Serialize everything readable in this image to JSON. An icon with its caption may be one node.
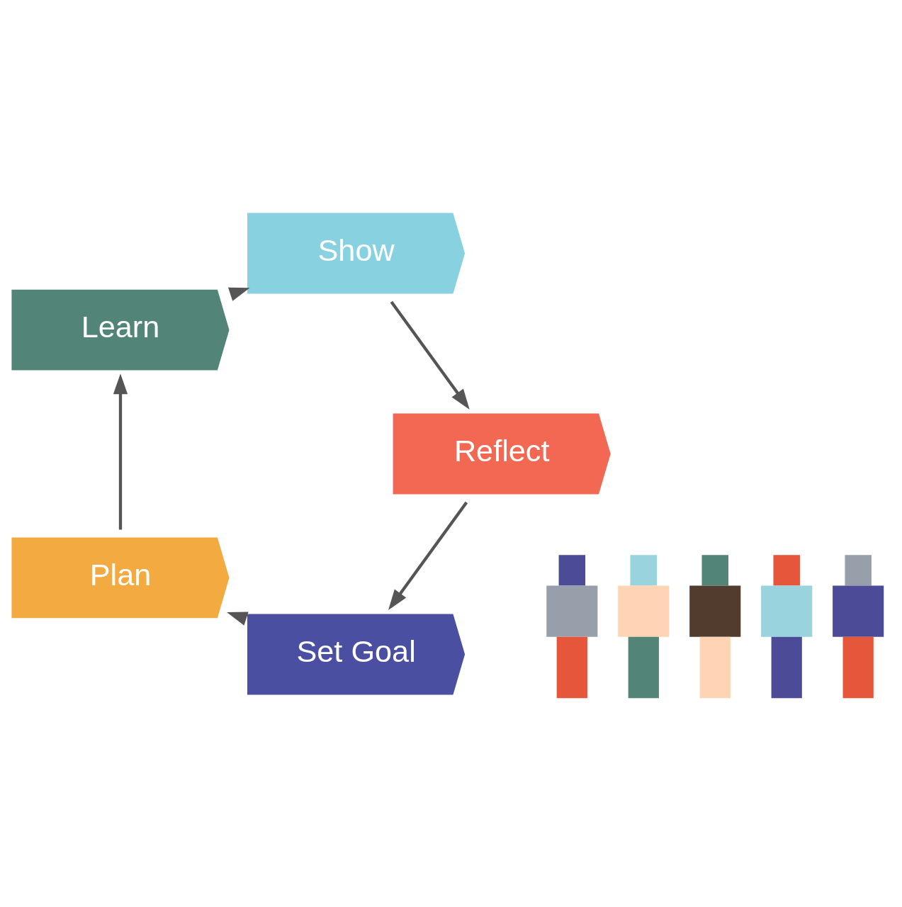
{
  "diagram": {
    "nodes": [
      {
        "text": [
          "Set Goal"
        ]
      },
      {
        "text": [
          "Plan"
        ]
      },
      {
        "text": [
          "Learn"
        ]
      },
      {
        "text": [
          "Show"
        ]
      },
      {
        "text": [
          "Reflect"
        ]
      },
      {
        "text": [],
        "shape": "picture"
      }
    ],
    "edges": [
      {
        "from": 0,
        "to": 1,
        "arrow": "to"
      },
      {
        "from": 1,
        "to": 2,
        "arrow": "to"
      },
      {
        "from": 2,
        "to": 3,
        "arrow": "to"
      },
      {
        "from": 3,
        "to": 4,
        "arrow": "to"
      },
      {
        "from": 4,
        "to": 0,
        "arrow": "to"
      }
    ]
  }
}
